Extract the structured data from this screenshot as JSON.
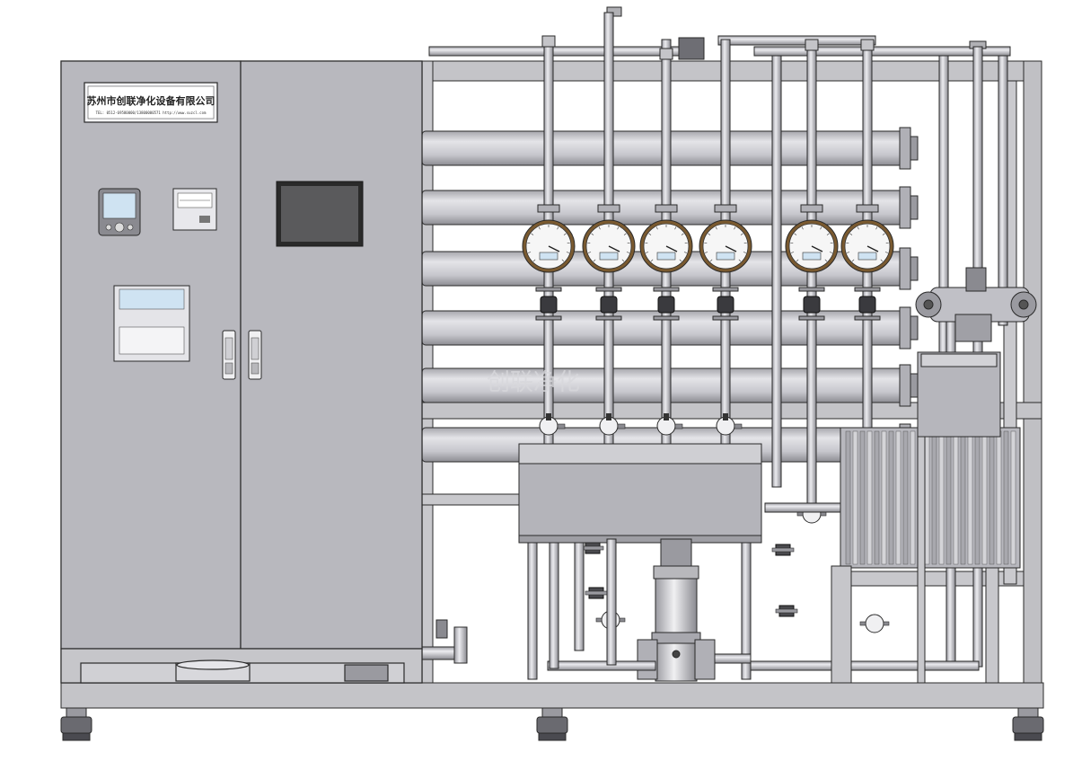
{
  "nameplate": {
    "company": "苏州市创联净化设备有限公司",
    "contact": "TEL: 0512-69580000/13800000571   http://www.suzcl.com"
  },
  "watermark": "创联净化",
  "gauge_count": 6,
  "membrane_vessel_count": 6,
  "colors": {
    "steel": "#c8c8cc",
    "steel_dark": "#8e8e94",
    "cabinet": "#b4b4ba",
    "outline": "#2a2a2a",
    "screen": "#5a5a5c",
    "gauge_rim": "#7a5a30"
  }
}
